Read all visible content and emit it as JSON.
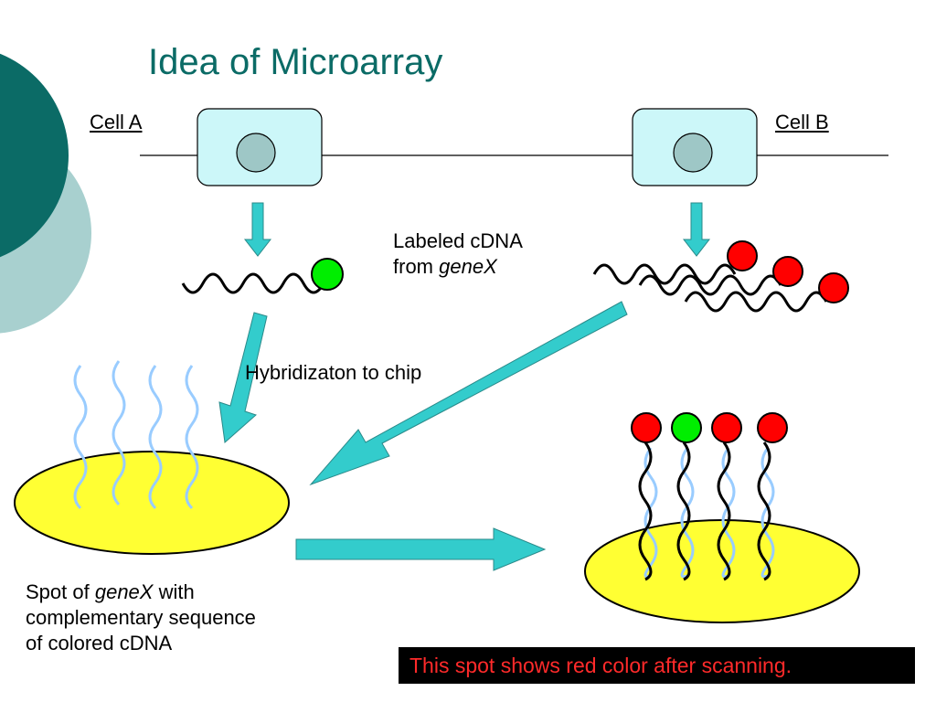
{
  "slide": {
    "title": "Idea of Microarray",
    "cell_a_label": "Cell A",
    "cell_b_label": "Cell B",
    "labeled_cdna_line1": "Labeled cDNA",
    "labeled_cdna_line2_prefix": "from ",
    "labeled_cdna_line2_italic": "geneX",
    "hybridization_label": "Hybridizaton to chip",
    "spot_caption_line1_prefix": "Spot of ",
    "spot_caption_line1_italic": "geneX",
    "spot_caption_line1_suffix": " with",
    "spot_caption_line2": "complementary sequence",
    "spot_caption_line3": "of colored cDNA",
    "result_note": "This spot shows red color after scanning."
  },
  "colors": {
    "title": "#0b6b66",
    "theme_dark_teal": "#0b6b66",
    "theme_light_teal": "#a8d0cf",
    "cell_fill": "#ccf7f9",
    "nucleus_fill": "#9ec7c6",
    "arrow_fill": "#33cccc",
    "chip_fill": "#ffff33",
    "probe_strand": "#99ccff",
    "label_green": "#00ee00",
    "label_red": "#ff0000",
    "note_bg": "#000000",
    "note_text": "#ff2a2a"
  }
}
